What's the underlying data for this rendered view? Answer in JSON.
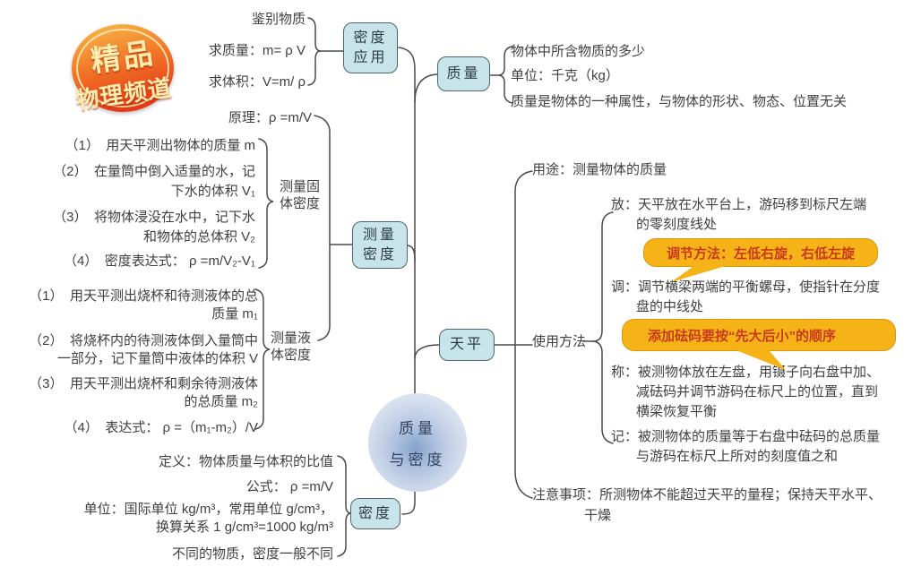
{
  "badge": {
    "title": "精品",
    "subtitle": "物理频道"
  },
  "root": {
    "line1": "质量",
    "line2": "与密度"
  },
  "colors": {
    "node_fill": "#c7e4ea",
    "node_border": "#51636f",
    "line": "#4a4a4a",
    "callout_fill": "#f5b318",
    "callout_text": "#c93a1d",
    "badge_top": "#f9ae44",
    "badge_bottom": "#e63a18",
    "badge_text": "#ffedb0",
    "root_fill": "#b3c7e0"
  },
  "application": {
    "node_line1": "密度",
    "node_line2": "应用",
    "items": [
      "鉴别物质",
      "求质量：m= ρ V",
      "求体积：V=m/ ρ"
    ]
  },
  "mass": {
    "node": "质量",
    "items": [
      "物体中所含物质的多少",
      "单位：千克（kg）",
      "质量是物体的一种属性，与物体的形状、物态、位置无关"
    ]
  },
  "measure": {
    "node_line1": "测量",
    "node_line2": "密度",
    "principle": "原理：ρ =m/V",
    "solid": {
      "label_line1": "测量固",
      "label_line2": "体密度",
      "steps": [
        "（1）　用天平测出物体的质量 m",
        "（2）　在量筒中倒入适量的水，记",
        "下水的体积 V₁",
        "（3）　将物体浸没在水中，记下水",
        "和物体的总体积 V₂",
        "（4）　密度表达式：  ρ =m/V₂-V₁"
      ]
    },
    "liquid": {
      "label_line1": "测量液",
      "label_line2": "体密度",
      "steps": [
        "（1）　用天平测出烧杯和待测液体的总",
        "质量 m₁",
        "（2）　将烧杯内的待测液体倒入量筒中",
        "一部分，记下量筒中液体的体积 V",
        "（3）　用天平测出烧杯和剩余待测液体",
        "的总质量 m₂",
        "（4）　表达式：  ρ =（m₁-m₂）/V"
      ]
    }
  },
  "balance": {
    "node": "天平",
    "usage": "用途：测量物体的质量",
    "method": "使用方法",
    "place": [
      "放：天平放在水平台上，游码移到标尺左端",
      "的零刻度线处"
    ],
    "callout_adjust": "调节方法：左低右旋，右低左旋",
    "adjust": [
      "调：调节横梁两端的平衡螺母，使指针在分度",
      "盘的中线处"
    ],
    "callout_weights": "添加砝码要按“先大后小”的顺序",
    "weigh": [
      "称：被测物体放在左盘，用镊子向右盘中加、",
      "减砝码并调节游码在标尺上的位置，直到",
      "横梁恢复平衡"
    ],
    "record": [
      "记：被测物体的质量等于右盘中砝码的总质量",
      "与游码在标尺上所对的刻度值之和"
    ],
    "notes": [
      "注意事项：所测物体不能超过天平的量程；保持天平水平、",
      "干燥"
    ]
  },
  "density": {
    "node": "密度",
    "items": [
      "定义：物体质量与体积的比值",
      "公式：  ρ =m/V",
      "单位：国际单位 kg/m³，常用单位 g/cm³，",
      "换算关系 1 g/cm³=1000 kg/m³",
      "不同的物质，密度一般不同"
    ]
  }
}
